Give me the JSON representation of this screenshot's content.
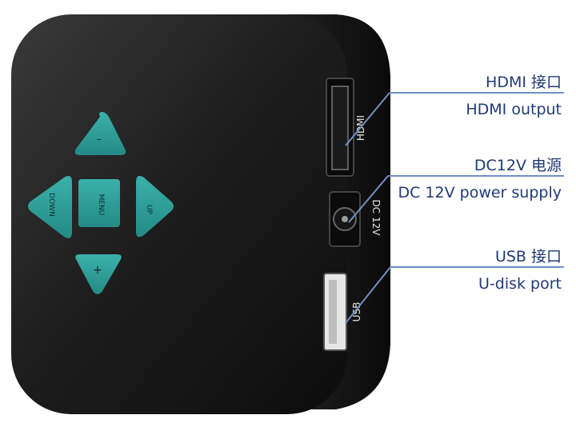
{
  "device": {
    "body_color": "#1c1c1c",
    "button_color": "#2e9c97",
    "buttons": {
      "minus": "–",
      "down": "DOWN",
      "menu": "MENU",
      "up": "UP",
      "plus": "+"
    },
    "port_labels": {
      "hdmi": "HDMI",
      "dc": "DC 12V",
      "usb": "USB"
    }
  },
  "callouts": {
    "hdmi_cn": "HDMI 接口",
    "hdmi_en": "HDMI output",
    "dc_cn": "DC12V 电源",
    "dc_en": "DC 12V power supply",
    "usb_cn": "USB 接口",
    "usb_en": "U-disk port"
  },
  "colors": {
    "callout_text": "#1f3a78",
    "leader_line": "#6f8fc4"
  }
}
